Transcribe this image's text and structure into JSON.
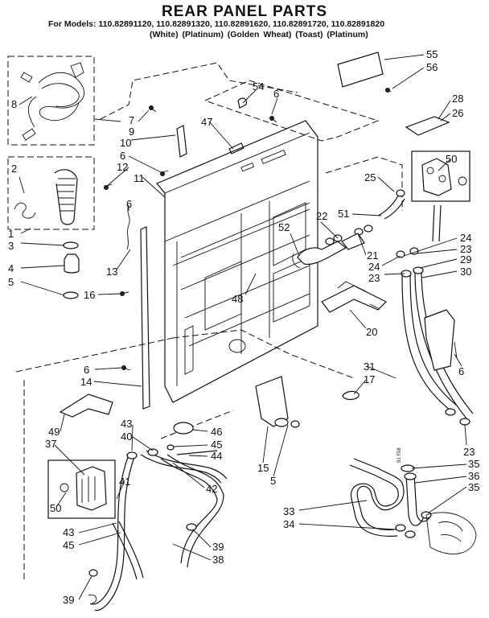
{
  "header": {
    "title": "REAR PANEL PARTS",
    "models": "For Models: 110.82891120, 110.82891320, 110.82891620, 110.82891720, 110.82891820",
    "colors": "(White)   (Platinum)   (Golden Wheat)   (Toast)   (Platinum)"
  },
  "diagram": {
    "small_label": "91 F08",
    "callouts": [
      {
        "id": "c55",
        "text": "55"
      },
      {
        "id": "c56",
        "text": "56"
      },
      {
        "id": "c54",
        "text": "54"
      },
      {
        "id": "c6a",
        "text": "6"
      },
      {
        "id": "c28",
        "text": "28"
      },
      {
        "id": "c26",
        "text": "26"
      },
      {
        "id": "c8",
        "text": "8"
      },
      {
        "id": "c7",
        "text": "7"
      },
      {
        "id": "c9",
        "text": "9"
      },
      {
        "id": "c47",
        "text": "47"
      },
      {
        "id": "c10",
        "text": "10"
      },
      {
        "id": "c6b",
        "text": "6"
      },
      {
        "id": "c12",
        "text": "12"
      },
      {
        "id": "c11",
        "text": "11"
      },
      {
        "id": "c50a",
        "text": "50"
      },
      {
        "id": "c25",
        "text": "25"
      },
      {
        "id": "c2",
        "text": "2"
      },
      {
        "id": "c6c",
        "text": "6"
      },
      {
        "id": "c51",
        "text": "51"
      },
      {
        "id": "c22",
        "text": "22"
      },
      {
        "id": "c52",
        "text": "52"
      },
      {
        "id": "c24a",
        "text": "24"
      },
      {
        "id": "c23a",
        "text": "23"
      },
      {
        "id": "c1",
        "text": "1"
      },
      {
        "id": "c3",
        "text": "3"
      },
      {
        "id": "c21",
        "text": "21"
      },
      {
        "id": "c24b",
        "text": "24"
      },
      {
        "id": "c29",
        "text": "29"
      },
      {
        "id": "c13",
        "text": "13"
      },
      {
        "id": "c4",
        "text": "4"
      },
      {
        "id": "c23b",
        "text": "23"
      },
      {
        "id": "c30",
        "text": "30"
      },
      {
        "id": "c5a",
        "text": "5"
      },
      {
        "id": "c16",
        "text": "16"
      },
      {
        "id": "c48",
        "text": "48"
      },
      {
        "id": "c20",
        "text": "20"
      },
      {
        "id": "c6d",
        "text": "6"
      },
      {
        "id": "c6e",
        "text": "6"
      },
      {
        "id": "c31",
        "text": "31"
      },
      {
        "id": "c14",
        "text": "14"
      },
      {
        "id": "c17",
        "text": "17"
      },
      {
        "id": "c49",
        "text": "49"
      },
      {
        "id": "c37",
        "text": "37"
      },
      {
        "id": "c43a",
        "text": "43"
      },
      {
        "id": "c46",
        "text": "46"
      },
      {
        "id": "c40",
        "text": "40"
      },
      {
        "id": "c45a",
        "text": "45"
      },
      {
        "id": "c44",
        "text": "44"
      },
      {
        "id": "c23c",
        "text": "23"
      },
      {
        "id": "c41",
        "text": "41"
      },
      {
        "id": "c42",
        "text": "42"
      },
      {
        "id": "c15",
        "text": "15"
      },
      {
        "id": "c5b",
        "text": "5"
      },
      {
        "id": "c35a",
        "text": "35"
      },
      {
        "id": "c36",
        "text": "36"
      },
      {
        "id": "c35b",
        "text": "35"
      },
      {
        "id": "c50b",
        "text": "50"
      },
      {
        "id": "c33",
        "text": "33"
      },
      {
        "id": "c34",
        "text": "34"
      },
      {
        "id": "c43b",
        "text": "43"
      },
      {
        "id": "c45b",
        "text": "45"
      },
      {
        "id": "c39a",
        "text": "39"
      },
      {
        "id": "c38",
        "text": "38"
      },
      {
        "id": "c39b",
        "text": "39"
      }
    ]
  }
}
